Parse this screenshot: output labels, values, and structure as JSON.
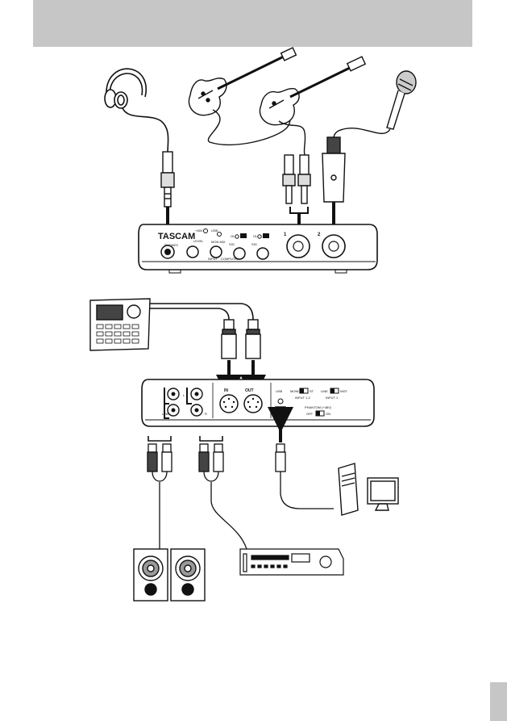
{
  "front_panel": {
    "brand": "TASCAM",
    "phones_label": "PHONES",
    "level_label": "LEVEL",
    "mon_mix_label": "MON MIX",
    "input_label": "INPUT",
    "computer_label": "COMPUTER",
    "mic_usb_led": "+48V",
    "usb_led": "USB",
    "ol_label": "OL",
    "sig_label": "SIG",
    "ch1_label": "1",
    "ch2_label": "2"
  },
  "rear_panel": {
    "midi_in_label": "IN",
    "midi_out_label": "OUT",
    "usb_label": "USB",
    "line_label": "LINE",
    "mono_switch": "MONO",
    "st_switch": "ST",
    "input_12_label": "INPUT 1-2",
    "line_inst_label": "LINE",
    "inst_label": "INST",
    "input_1_label": "INPUT 1",
    "phantom_label": "PHANTOM (+48V)",
    "off_label": "OFF",
    "on_label": "ON",
    "l_label": "L",
    "r_label": "R"
  },
  "icons": [
    "headphones-icon",
    "electric-guitar-icon",
    "bass-guitar-icon",
    "microphone-icon",
    "drum-machine-icon",
    "speaker-icon",
    "cd-player-icon",
    "computer-icon"
  ]
}
